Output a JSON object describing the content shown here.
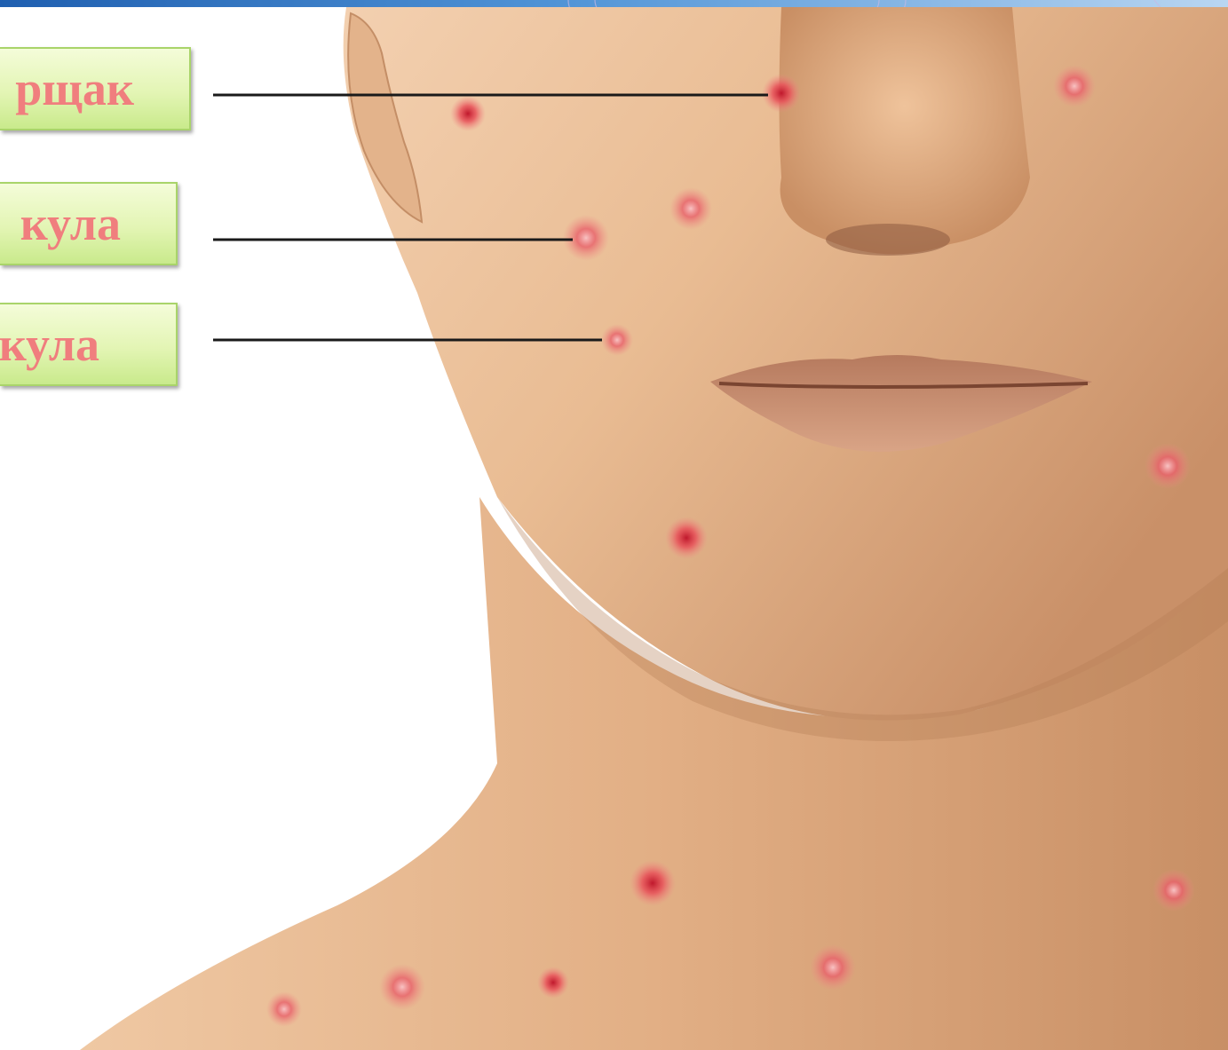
{
  "labels": [
    {
      "text": "рщак",
      "target": "crusted-papule"
    },
    {
      "text": "кула",
      "target": "vesicle"
    },
    {
      "text": "кула",
      "target": "pustule"
    }
  ],
  "colors": {
    "label_text": "#f07e7e",
    "label_fill_top": "#f4fcd9",
    "label_fill_bottom": "#c9ea8c",
    "label_border": "#a9d46a",
    "skin": "#e8b98d",
    "skin_shadow": "#c58a5e",
    "lesion": "#e8525a",
    "lesion_center": "#8a0f1e",
    "leader_line": "#1a1a1a"
  }
}
